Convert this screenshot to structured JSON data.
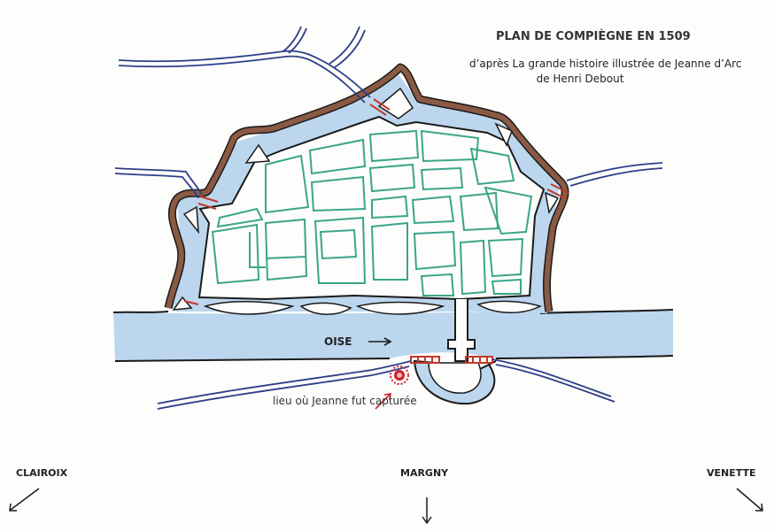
{
  "map": {
    "title": "PLAN DE COMPIÈGNE EN 1509",
    "subtitle_line1": "d’après La grande histoire illustrée de Jeanne d’Arc",
    "subtitle_line2": "de Henri Debout",
    "river_label": "OISE",
    "capture_label": "lieu où Jeanne fut capturée",
    "directions": {
      "left": "CLAIROIX",
      "center": "MARGNY",
      "right": "VENETTE"
    }
  },
  "colors": {
    "water": "#bcd6ee",
    "rampart": "#8a5a44",
    "streets": "#3aa58a",
    "streams": "#2e3f8a",
    "capture_marker": "#c8202a",
    "bridge": "#c0392b",
    "ink": "#1a1a1a"
  }
}
